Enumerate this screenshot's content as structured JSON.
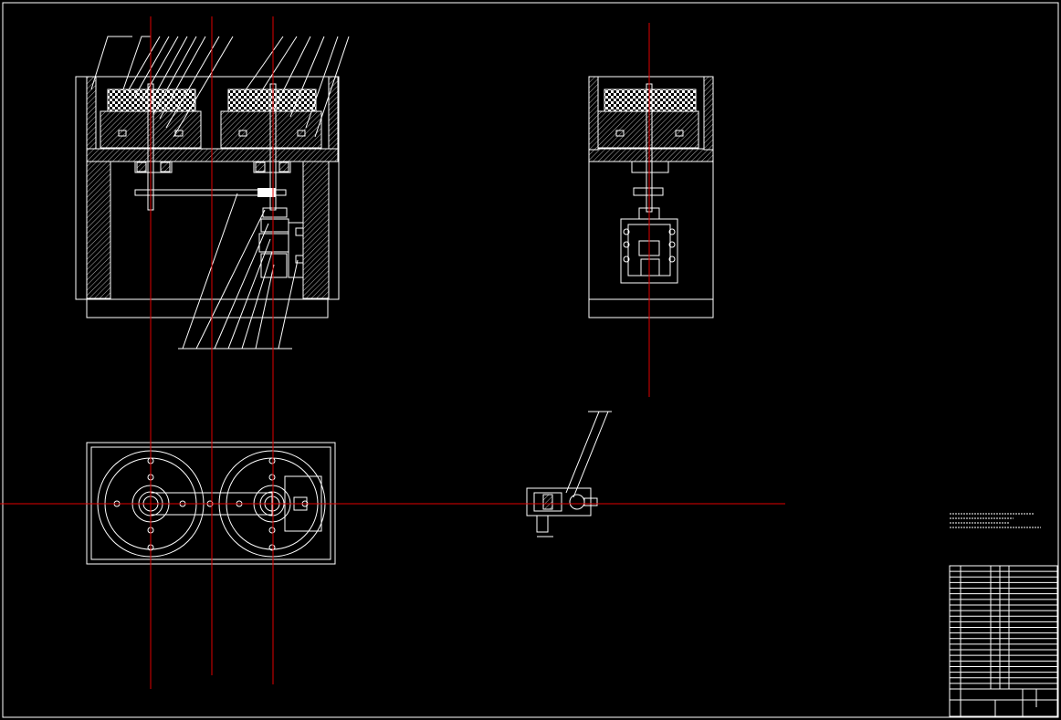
{
  "drawing": {
    "title": "",
    "background": "#000000",
    "line_color": "#ffffff",
    "centerline_color": "#e00000",
    "views": [
      "front-section",
      "side-section",
      "top-view",
      "detail-view"
    ],
    "notes_block": [
      "",
      "",
      "",
      ""
    ],
    "title_block": {
      "scale": "",
      "sheet": "",
      "part_rows": 22
    }
  }
}
